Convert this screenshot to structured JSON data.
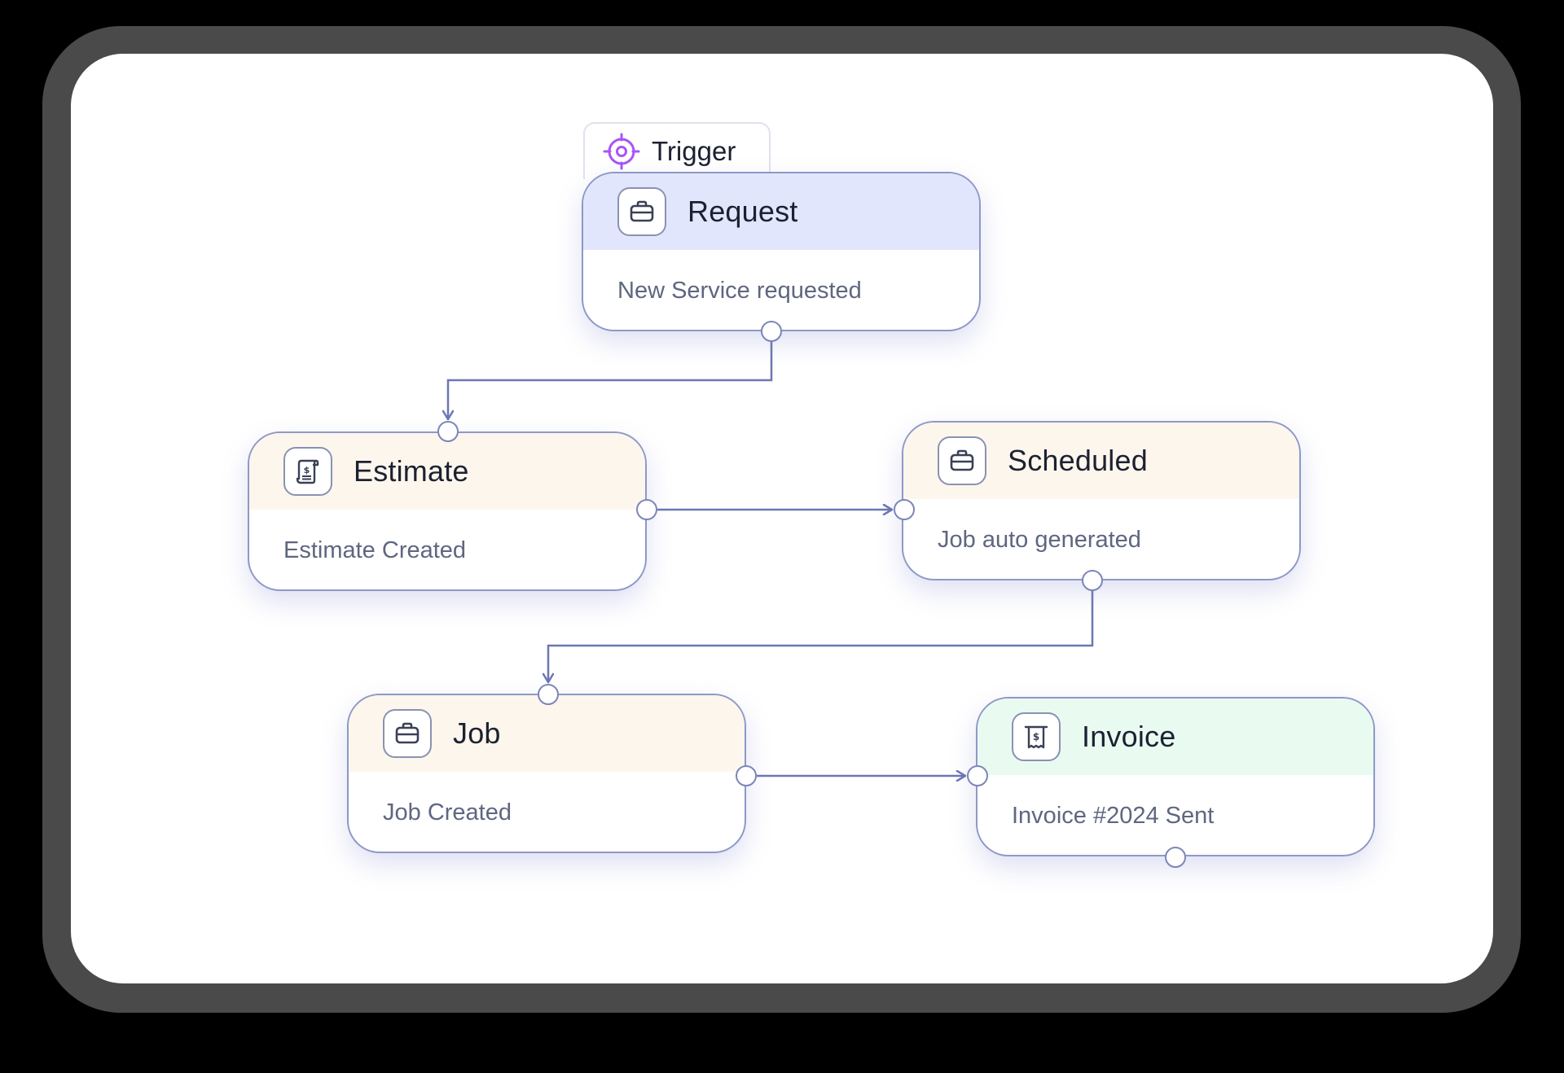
{
  "trigger": {
    "label": "Trigger",
    "icon": "crosshair-target-icon",
    "color": "#a855f7"
  },
  "nodes": {
    "request": {
      "title": "Request",
      "description": "New Service requested",
      "icon": "briefcase-icon",
      "header_color": "#e1e6fc"
    },
    "estimate": {
      "title": "Estimate",
      "description": "Estimate Created",
      "icon": "receipt-dollar-icon",
      "header_color": "#fdf6ec"
    },
    "scheduled": {
      "title": "Scheduled",
      "description": "Job auto generated",
      "icon": "briefcase-icon",
      "header_color": "#fdf6ec"
    },
    "job": {
      "title": "Job",
      "description": "Job Created",
      "icon": "briefcase-icon",
      "header_color": "#fdf6ec"
    },
    "invoice": {
      "title": "Invoice",
      "description": "Invoice #2024 Sent",
      "icon": "invoice-dollar-icon",
      "header_color": "#e9fbf1"
    }
  },
  "edges": [
    {
      "from": "request",
      "to": "estimate"
    },
    {
      "from": "estimate",
      "to": "scheduled"
    },
    {
      "from": "scheduled",
      "to": "job"
    },
    {
      "from": "job",
      "to": "invoice"
    }
  ],
  "colors": {
    "edge": "#6c77b3",
    "node_border": "#8e98c8",
    "canvas_dots": "#d6d9e2",
    "frame": "#4a4a4a"
  }
}
